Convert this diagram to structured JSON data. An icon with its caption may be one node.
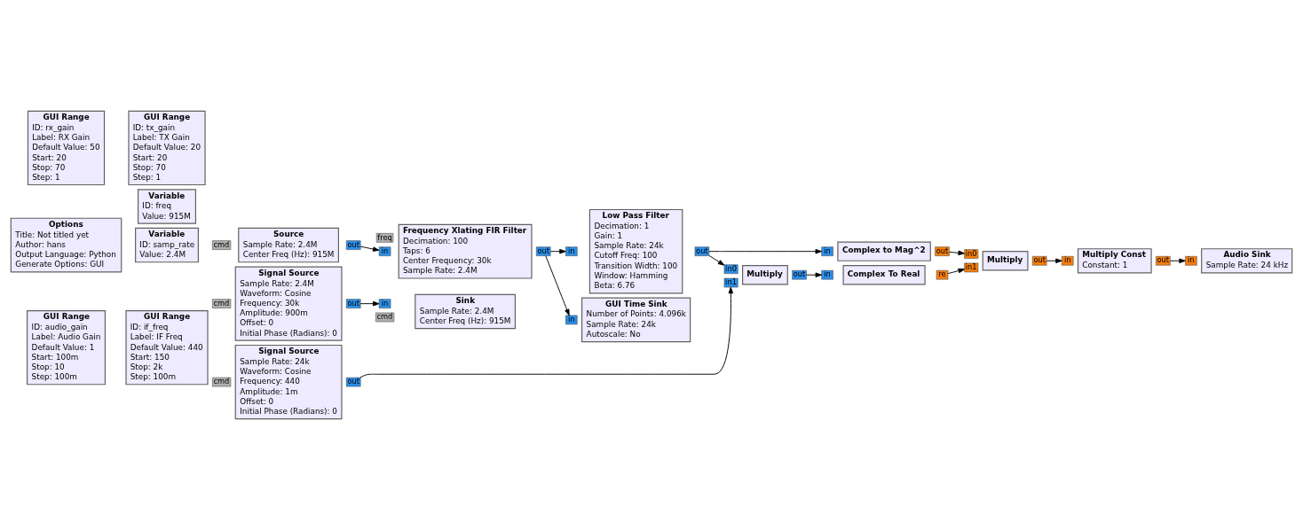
{
  "diagram": {
    "nodes": [
      {
        "text": [
          "Options",
          "Title: Not titled yet",
          "Author: hans",
          "Output Language: Python",
          "Generate Options: GUI"
        ]
      },
      {
        "text": [
          "Variable",
          "ID: samp_rate",
          "Value: 2.4M"
        ]
      },
      {
        "text": [
          "Variable",
          "ID: freq",
          "Value: 915M"
        ]
      },
      {
        "text": [
          "cmd"
        ]
      },
      {
        "text": [
          "Source",
          "Sample Rate: 2.4M",
          "Center Freq (Hz): 915M"
        ]
      },
      {
        "text": [
          "out"
        ]
      },
      {
        "text": [
          "in"
        ]
      },
      {
        "text": [
          "freq"
        ]
      },
      {
        "text": [
          "Frequency Xlating FIR Filter",
          "Decimation: 100",
          "Taps: 6",
          "Center Frequency: 30k",
          "Sample Rate: 2.4M"
        ]
      },
      {
        "text": [
          "out"
        ]
      },
      {
        "text": [
          "in"
        ]
      },
      {
        "text": [
          "GUI Time Sink",
          "Number of Points: 4.096k",
          "Sample Rate: 24k",
          "Autoscale: No"
        ]
      },
      {
        "text": [
          "GUI Range",
          "ID: rx_gain",
          "Label: RX Gain",
          "Default Value: 50",
          "Start: 20",
          "Stop: 70",
          "Step: 1"
        ]
      },
      {
        "text": [
          "GUI Range",
          "ID: tx_gain",
          "Label: TX Gain",
          "Default Value: 20",
          "Start: 20",
          "Stop: 70",
          "Step: 1"
        ]
      },
      {
        "text": [
          "in"
        ]
      },
      {
        "text": [
          "Complex to Mag^2"
        ]
      },
      {
        "text": [
          "out"
        ]
      },
      {
        "text": [
          "in"
        ]
      },
      {
        "text": [
          "Multiply Const",
          "Constant: 1"
        ]
      },
      {
        "text": [
          "out"
        ]
      },
      {
        "text": [
          "in"
        ]
      },
      {
        "text": [
          "Low Pass Filter",
          "Decimation: 1",
          "Gain: 1",
          "Sample Rate: 24k",
          "Cutoff Freq: 100",
          "Transition Width: 100",
          "Window: Hamming",
          "Beta: 6.76"
        ]
      },
      {
        "text": [
          "out"
        ]
      },
      {
        "text": [
          "in0"
        ]
      },
      {
        "text": [
          "in1"
        ]
      },
      {
        "text": [
          "Multiply"
        ]
      },
      {
        "text": [
          "out"
        ]
      },
      {
        "text": [
          "GUI Range",
          "ID: audio_gain",
          "Label: Audio Gain",
          "Default Value: 1",
          "Start: 100m",
          "Stop: 10",
          "Step: 100m"
        ]
      },
      {
        "text": [
          "cmd"
        ]
      },
      {
        "text": [
          "Signal Source",
          "Sample Rate: 24k",
          "Waveform: Cosine",
          "Frequency: 440",
          "Amplitude: 1m",
          "Offset: 0",
          "Initial Phase (Radians): 0"
        ]
      },
      {
        "text": [
          "out"
        ]
      },
      {
        "text": [
          "in0"
        ]
      },
      {
        "text": [
          "in1"
        ]
      },
      {
        "text": [
          "Multiply"
        ]
      },
      {
        "text": [
          "out"
        ]
      },
      {
        "text": [
          "in"
        ]
      },
      {
        "text": [
          "Complex To Real"
        ]
      },
      {
        "text": [
          "re"
        ]
      },
      {
        "text": [
          "in"
        ]
      },
      {
        "text": [
          "Audio Sink",
          "Sample Rate: 24 kHz"
        ]
      },
      {
        "text": [
          "GUI Range",
          "ID: if_freq",
          "Label: IF Freq",
          "Default Value: 440",
          "Start: 150",
          "Stop: 2k",
          "Step: 100m"
        ]
      },
      {
        "text": [
          "cmd"
        ]
      },
      {
        "text": [
          "Signal Source",
          "Sample Rate: 2.4M",
          "Waveform: Cosine",
          "Frequency: 30k",
          "Amplitude: 900m",
          "Offset: 0",
          "Initial Phase (Radians): 0"
        ]
      },
      {
        "text": [
          "out"
        ]
      },
      {
        "text": [
          "in"
        ]
      },
      {
        "text": [
          "cmd"
        ]
      },
      {
        "text": [
          "Sink",
          "Sample Rate: 2.4M",
          "Center Freq (Hz): 915M"
        ]
      }
    ],
    "edges": [
      {
        "from": 5,
        "to": 6,
        "arrow": "to"
      },
      {
        "from": 9,
        "to": 10,
        "arrow": "to"
      },
      {
        "from": 9,
        "to": 20,
        "arrow": "to"
      },
      {
        "from": 22,
        "to": 14,
        "arrow": "to"
      },
      {
        "from": 22,
        "to": 31,
        "arrow": "to"
      },
      {
        "from": 30,
        "to": 32,
        "arrow": "to"
      },
      {
        "from": 34,
        "to": 35,
        "arrow": "to"
      },
      {
        "from": 16,
        "to": 23,
        "arrow": "to"
      },
      {
        "from": 37,
        "to": 24,
        "arrow": "to"
      },
      {
        "from": 26,
        "to": 17,
        "arrow": "to"
      },
      {
        "from": 19,
        "to": 38,
        "arrow": "to"
      },
      {
        "from": 43,
        "to": 44,
        "arrow": "to"
      }
    ]
  }
}
